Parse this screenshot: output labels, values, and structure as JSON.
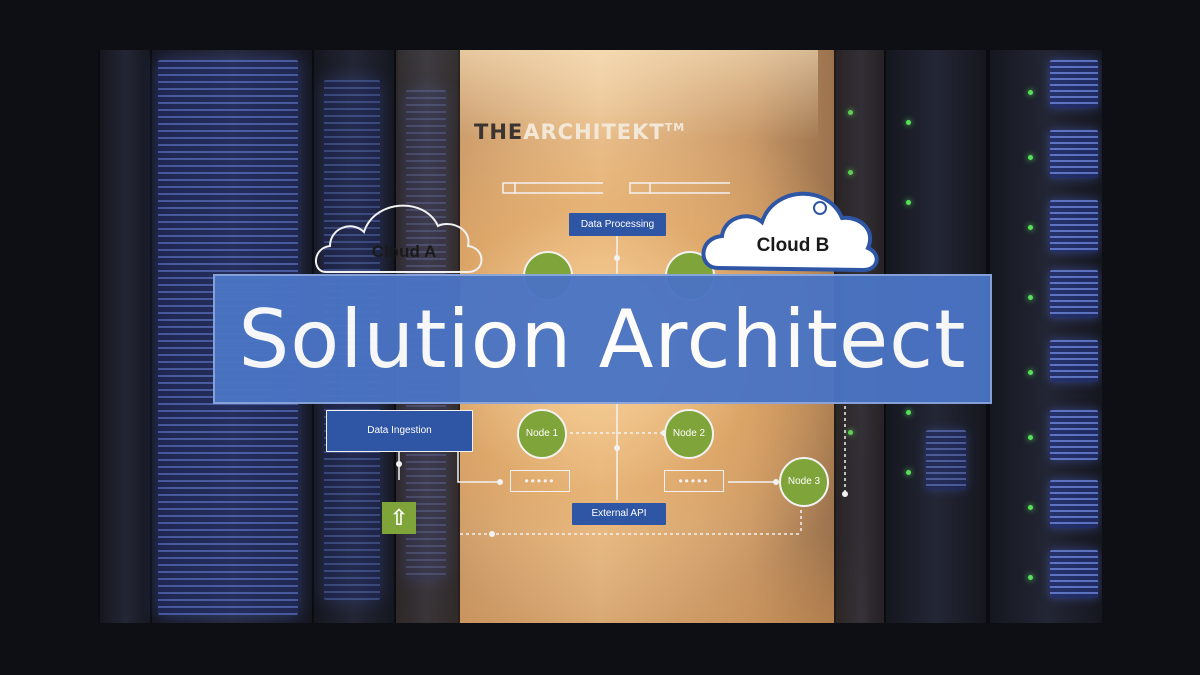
{
  "brand": {
    "name_dark": "THE",
    "name_light": "ARCHITEKT",
    "trademark": "TM"
  },
  "headline": "Solution Architect",
  "diagram": {
    "processing_label": "Data Processing",
    "cloud_a": "Cloud A",
    "cloud_b": "Cloud B",
    "ingestion_label": "Data Ingestion",
    "api_label": "External API",
    "nodes": [
      "Node 1",
      "Node 2",
      "Node 3"
    ],
    "dots": "•••••",
    "upload_icon": "up-arrow-icon",
    "colors": {
      "blue": "#2f55a5",
      "green": "#7fa43a",
      "banner": "#4a74c4"
    }
  }
}
